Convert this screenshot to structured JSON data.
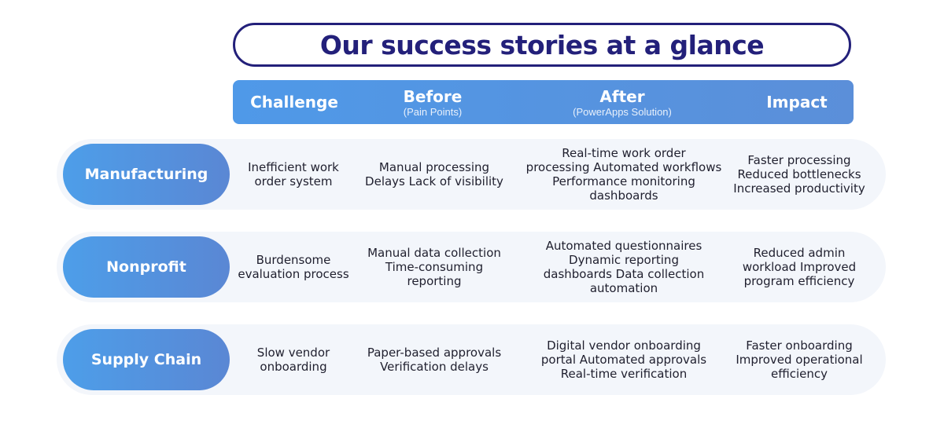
{
  "title": "Our success stories at a glance",
  "header": {
    "challenge": "Challenge",
    "before": "Before",
    "before_sub": "(Pain Points)",
    "after": "After",
    "after_sub": "(PowerApps Solution)",
    "impact": "Impact"
  },
  "rows": [
    {
      "label": "Manufacturing",
      "challenge": "Inefficient work\norder system",
      "before": "Manual processing\nDelays Lack of visibility",
      "after": "Real-time work order\nprocessing  Automated workflows\nPerformance monitoring\ndashboards",
      "impact": "Faster processing\nReduced bottlenecks\nIncreased productivity"
    },
    {
      "label": "Nonprofit",
      "challenge": "Burdensome\nevaluation process",
      "before": "Manual data collection\nTime-consuming reporting",
      "after": "Automated questionnaires\nDynamic reporting\ndashboards Data collection\nautomation",
      "impact": "Reduced admin\nworkload Improved\nprogram efficiency"
    },
    {
      "label": "Supply Chain",
      "challenge": "Slow vendor\nonboarding",
      "before": "Paper-based approvals\nVerification delays",
      "after": "Digital vendor onboarding\nportal Automated approvals\nReal-time verification",
      "impact": "Faster onboarding\nImproved operational\nefficiency"
    }
  ],
  "colors": {
    "title": "#23207a",
    "header_start": "#4f99e8",
    "header_end": "#5b8fd9",
    "row_bg": "#f3f6fb",
    "text": "#1f1f2e"
  }
}
